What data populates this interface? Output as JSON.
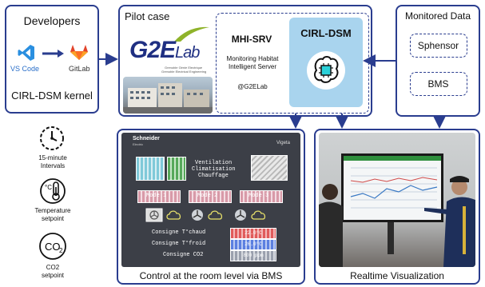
{
  "developers": {
    "title": "Developers",
    "vscode_label": "VS Code",
    "gitlab_label": "GitLab",
    "kernel_label": "CIRL-DSM kernel"
  },
  "pilot": {
    "title": "Pilot case",
    "logo_text": "G2E",
    "logo_suffix": "Lab",
    "logo_sub1": "Grenoble Génie Electrique",
    "logo_sub2": "Grenoble Electrical Engineering",
    "server_name": "MHI-SRV",
    "server_desc1": "Monitoring Habitat",
    "server_desc2": "Intelligent Server",
    "server_handle": "@G2ELab",
    "dsm_title": "CIRL-DSM"
  },
  "monitored": {
    "title": "Monitored Data",
    "items": [
      "Sphensor",
      "BMS"
    ]
  },
  "legend": [
    {
      "icon": "clock-icon",
      "lines": [
        "15-minute",
        "Intervals"
      ]
    },
    {
      "icon": "thermometer-icon",
      "lines": [
        "Temperature",
        "setpoint"
      ]
    },
    {
      "icon": "co2-icon",
      "lines": [
        "CO2",
        "setpoint"
      ]
    }
  ],
  "bms": {
    "caption": "Control at the room level via BMS",
    "brand": "Schneider",
    "brand_sub": "Electric",
    "corner_label": "Vigeta",
    "header_lines": [
      "Ventilation",
      "Climatisation",
      "Chauffage"
    ],
    "modes": [
      "Mode 1",
      "Mode 2",
      "Mode 3"
    ],
    "setpoints": [
      {
        "label": "Consigne T°chaud",
        "value": "22.0°C"
      },
      {
        "label": "Consigne T°froid",
        "value": "26.0°C"
      },
      {
        "label": "Consigne CO2",
        "value": "800 ppm"
      }
    ]
  },
  "viz": {
    "caption": "Realtime Visualization"
  },
  "colors": {
    "frame": "#2a3d8f",
    "arrow": "#2a3d8f",
    "dsm_fill": "#a9d4ee",
    "bms_screen": "#3c3f47",
    "g2e_green": "#8fb32a"
  }
}
